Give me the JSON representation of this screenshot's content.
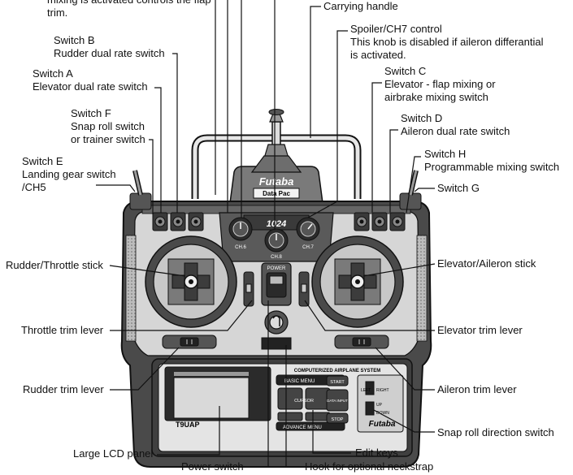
{
  "labels": {
    "flap_mixing": [
      "mixing is activated controls the flap",
      "trim."
    ],
    "carrying_handle": [
      "Carrying handle"
    ],
    "spoiler": [
      "Spoiler/CH7 control",
      "This knob is disabled if aileron differantial",
      "is activated."
    ],
    "switch_b": [
      "Switch B",
      "Rudder dual rate switch"
    ],
    "switch_a": [
      "Switch A",
      "Elevator dual rate switch"
    ],
    "switch_c": [
      "Switch C",
      "Elevator - flap mixing or",
      "airbrake mixing switch"
    ],
    "switch_f": [
      "Switch F",
      "Snap roll switch",
      "or trainer switch"
    ],
    "switch_d": [
      "Switch D",
      "Aileron dual rate switch"
    ],
    "switch_h": [
      "Switch H",
      "Programmable mixing switch"
    ],
    "switch_e": [
      "Switch E",
      "Landing gear switch",
      "/CH5"
    ],
    "switch_g": [
      "Switch G"
    ],
    "rudder_throttle_stick": [
      "Rudder/Throttle stick"
    ],
    "elevator_aileron_stick": [
      "Elevator/Aileron stick"
    ],
    "throttle_trim": [
      "Throttle trim lever"
    ],
    "elevator_trim": [
      "Elevator trim lever"
    ],
    "rudder_trim": [
      "Rudder trim lever"
    ],
    "aileron_trim": [
      "Aileron trim lever"
    ],
    "snap_roll_direction": [
      "Snap roll direction switch"
    ],
    "lcd_panel": [
      "Large LCD panel"
    ],
    "edit_keys": [
      "Edit keys"
    ],
    "power_switch": [
      "Power switch"
    ],
    "neckstrap_hook": [
      "Hook for optional neckstrap"
    ]
  },
  "device": {
    "brand": "Futaba",
    "module": "Data Pac",
    "model_badge": "1024",
    "model_name": "T9UAP",
    "system_name": "COMPUTERIZED AIRPLANE SYSTEM",
    "ch6_label": "CH.6",
    "ch7_label": "CH.7",
    "ch8_label": "CH.8",
    "power_label": "POWER",
    "basic_menu": "BASIC MENU",
    "advance_menu": "ADVANCE MENU",
    "start_key": "START",
    "cursor_key": "CURSOR",
    "data_input_key": "DATA INPUT",
    "stop_key": "STOP",
    "left_label": "LEFT",
    "right_label": "RIGHT",
    "up_label": "UP",
    "down_label": "DOWN"
  }
}
